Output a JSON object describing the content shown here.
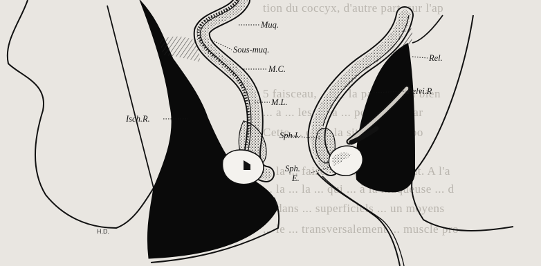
{
  "labels": {
    "muq": "Muq.",
    "sous_muq": "Sous-muq.",
    "mc": "M.C.",
    "ml": "M.L.",
    "isch_r": "Isch.R.",
    "sph_i": "Sph.I.",
    "sph": "Sph.",
    "e": "E.",
    "rel": "Rel.",
    "pelvi_r": "Pelvi.R"
  },
  "signature": "H.D.",
  "show_through_text": [
    "tion du coccyx, d'autre part, sur l'ap",
    "",
    "5 faisceau, ... de la paroi, ... la  bien",
    "... a ... les ... la ... portion ... par",
    "Cette ... de ... la situation suppo",
    "... la ... faisceau ... en pénétrant. A l'a",
    "... la ... la ... qui ... à la muqueuse ... d",
    "... dans ... superficiels ... un moyens",
    "... le ... transversalement ... muscle pro"
  ],
  "colors": {
    "ink": "#111111",
    "paper": "#e9e6e1",
    "dots": "#2a2a2a"
  }
}
